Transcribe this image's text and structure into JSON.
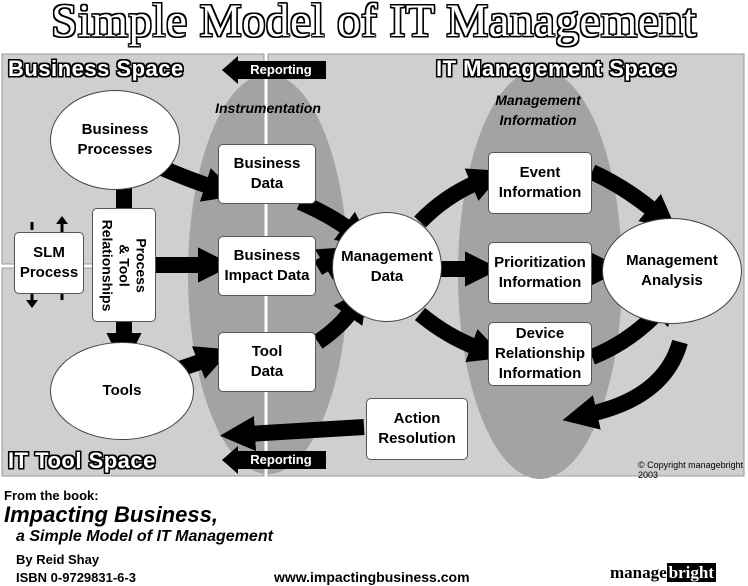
{
  "title": "Simple Model of IT Management",
  "spaces": {
    "business": "Business Space",
    "it_management": "IT Management Space",
    "it_tool": "IT Tool Space"
  },
  "reporting_label": "Reporting",
  "zones": {
    "instrumentation": "Instrumentation",
    "management_information": "Management\nInformation"
  },
  "nodes": {
    "business_processes": "Business\nProcesses",
    "slm_process": "SLM\nProcess",
    "process_tool_relationships": "Process\n& Tool\nRelationships",
    "tools": "Tools",
    "business_data": "Business\nData",
    "business_impact_data": "Business\nImpact Data",
    "tool_data": "Tool\nData",
    "management_data": "Management\nData",
    "event_information": "Event\nInformation",
    "prioritization_information": "Prioritization\nInformation",
    "device_relationship_information": "Device\nRelationship\nInformation",
    "management_analysis": "Management\nAnalysis",
    "action_resolution": "Action\nResolution"
  },
  "copyright": "© Copyright managebright 2003",
  "footer": {
    "from_book": "From the book:",
    "book_title": "Impacting Business,",
    "book_subtitle": "a Simple Model of IT Management",
    "author": "By Reid Shay",
    "isbn": "ISBN  0-9729831-6-3",
    "website": "www.impactingbusiness.com",
    "brand_part1": "manage",
    "brand_part2": "bright"
  }
}
